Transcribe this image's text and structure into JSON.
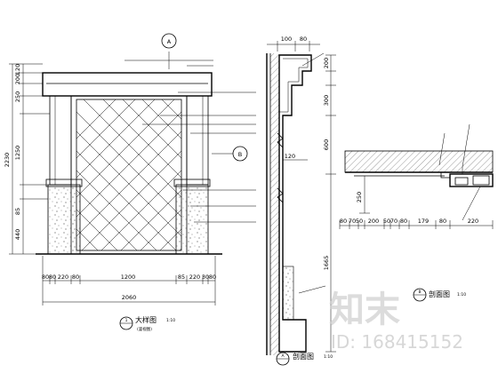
{
  "left_elevation": {
    "callout_top": "A",
    "callout_right": "B",
    "vertical_dims": [
      "2230",
      "120",
      "200",
      "250",
      "1250",
      "85",
      "440"
    ],
    "bottom_dims": [
      "80",
      "80",
      "220",
      "80",
      "1200",
      "85",
      "220",
      "30",
      "80"
    ],
    "total_width": "2060",
    "notes": [
      "",
      "",
      "",
      "",
      "",
      "",
      "",
      "",
      ""
    ],
    "title_num": "1",
    "title": "大样图",
    "title_scale": "1:10",
    "title_sub": "(竖视图)"
  },
  "middle_section": {
    "top_dims": [
      "100",
      "80"
    ],
    "right_dims": [
      "200",
      "300",
      "600",
      "120",
      "1665"
    ],
    "notes": [
      "",
      ""
    ],
    "title_num": "A",
    "title": "剖面图",
    "title_scale": "1:10"
  },
  "right_detail": {
    "vertical_dim": "250",
    "bottom_dims": [
      "80",
      "70",
      "50",
      "200",
      "50",
      "70",
      "80",
      "179",
      "80",
      "220"
    ],
    "notes": [
      "",
      "",
      ""
    ],
    "title_num": "B",
    "title": "剖面图",
    "title_scale": "1:10"
  },
  "watermark": {
    "logo_text": "知末",
    "id_text": "ID: 168415152"
  }
}
